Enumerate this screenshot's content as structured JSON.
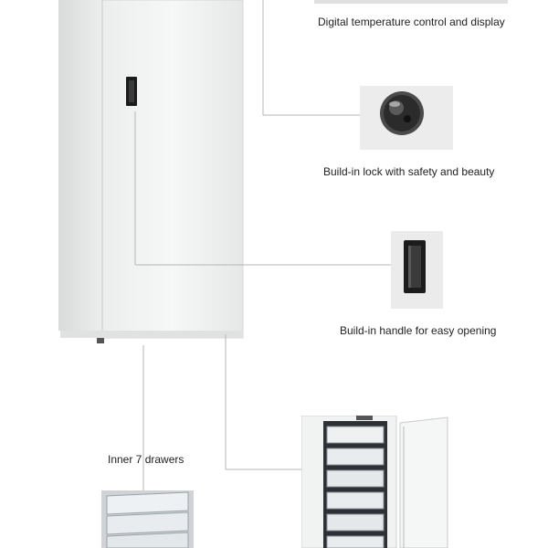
{
  "product": {
    "features": [
      {
        "id": "display",
        "caption": "Digital temperature control and display"
      },
      {
        "id": "lock",
        "caption": "Build-in lock with safety and beauty"
      },
      {
        "id": "handle",
        "caption": "Build-in handle for easy opening"
      },
      {
        "id": "drawers",
        "caption": "Inner 7 drawers"
      }
    ],
    "drawer_count": 7
  },
  "colors": {
    "cabinet_body": "#f3f4f4",
    "cabinet_shadow": "#dfe1e1",
    "callout_line": "#b5b5b5",
    "caption_text": "#222222",
    "handle_dark": "#1c1c1c",
    "thumb_bg": "#e9e9e9"
  }
}
